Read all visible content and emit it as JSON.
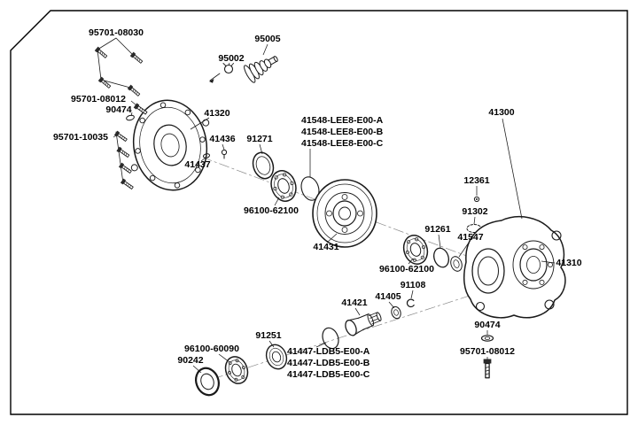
{
  "figure": {
    "background": "#ffffff",
    "line_color": "#1a1a1a"
  },
  "labels": {
    "bolt_flange_top": "95701-08030",
    "boot": "95005",
    "band": "95002",
    "bolt_flange_left": "95701-08012",
    "washer_left": "90474",
    "cover": "41320",
    "bolt_flange_side": "95701-10035",
    "breather": "41436",
    "oring_cover": "41437",
    "seal_cover": "91271",
    "shim_a": "41548-LEE8-E00-A",
    "shim_b": "41548-LEE8-E00-B",
    "shim_c": "41548-LEE8-E00-C",
    "assembly": "41300",
    "bearing_gear_left": "96100-62100",
    "gear": "41431",
    "bearing_gear_right": "96100-62100",
    "pin_dowel": "12361",
    "ring_91302": "91302",
    "washer_41547": "41547",
    "oring_91261": "91261",
    "case": "41310",
    "circlip": "91108",
    "washer_41405": "41405",
    "pinion_joint": "41421",
    "washer_right": "90474",
    "bolt_flange_right": "95701-08012",
    "bearing_pinion_outer": "91251",
    "bearing_pinion_inner": "96100-60090",
    "seal_pinion": "90242",
    "shim2_a": "41447-LDB5-E00-A",
    "shim2_b": "41447-LDB5-E00-B",
    "shim2_c": "41447-LDB5-E00-C"
  }
}
